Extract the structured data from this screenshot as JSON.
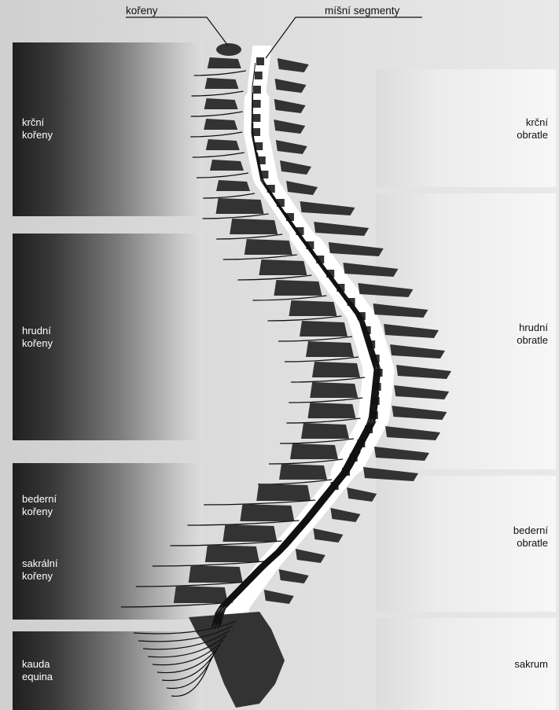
{
  "top_labels": {
    "roots": "kořeny",
    "spinal_segments": "míšní segmenty"
  },
  "left_labels": {
    "cervical_roots": [
      "krční",
      "kořeny"
    ],
    "thoracic_roots": [
      "hrudní",
      "kořeny"
    ],
    "lumbar_roots": [
      "bederní",
      "kořeny"
    ],
    "sacral_roots": [
      "sakrální",
      "kořeny"
    ],
    "cauda_equina": [
      "kauda",
      "equina"
    ]
  },
  "right_labels": {
    "cervical_vertebrae": [
      "krční",
      "obratle"
    ],
    "thoracic_vertebrae": [
      "hrudní",
      "obratle"
    ],
    "lumbar_vertebrae": [
      "bederní",
      "obratle"
    ],
    "sacrum": "sakrum"
  }
}
